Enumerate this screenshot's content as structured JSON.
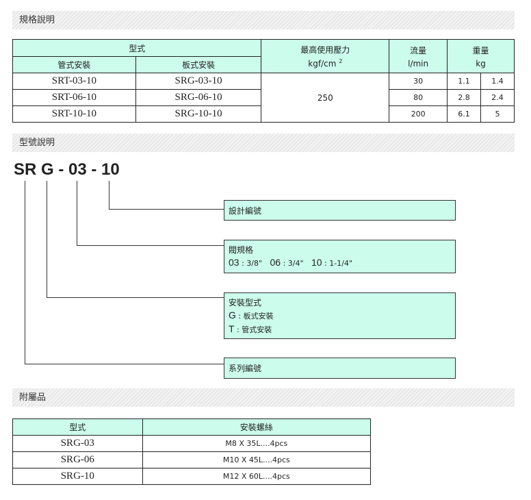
{
  "sections": {
    "spec": "規格說明",
    "model": "型號說明",
    "accessories": "附屬品"
  },
  "spec_table": {
    "header": {
      "type": "型式",
      "pipe": "管式安裝",
      "plate": "板式安裝",
      "pressure": "最高使用壓力",
      "pressure_unit": "kgf/cm",
      "pressure_sup": "2",
      "flow": "流量",
      "flow_unit": "l/min",
      "weight": "重量",
      "weight_unit": "kg"
    },
    "pressure_value": "250",
    "rows": [
      {
        "pipe": "SRT-03-10",
        "plate": "SRG-03-10",
        "flow": "30",
        "w1": "1.1",
        "w2": "1.4"
      },
      {
        "pipe": "SRT-06-10",
        "plate": "SRG-06-10",
        "flow": "80",
        "w1": "2.8",
        "w2": "2.4"
      },
      {
        "pipe": "SRT-10-10",
        "plate": "SRG-10-10",
        "flow": "200",
        "w1": "6.1",
        "w2": "5"
      }
    ]
  },
  "model_code": {
    "text": "SR G - 03 - 10",
    "boxes": {
      "design": {
        "title": "設計編號"
      },
      "size": {
        "title": "閥規格",
        "options": [
          {
            "code": "03",
            "sep": " : ",
            "desc": "3/8\""
          },
          {
            "code": "06",
            "sep": " : ",
            "desc": "3/4\""
          },
          {
            "code": "10",
            "sep": " : ",
            "desc": "1-1/4\""
          }
        ]
      },
      "mount": {
        "title": "安裝型式",
        "options": [
          {
            "code": "G",
            "sep": " : ",
            "desc": "板式安裝"
          },
          {
            "code": "T",
            "sep": " : ",
            "desc": "管式安裝"
          }
        ]
      },
      "series": {
        "title": "系列編號"
      }
    }
  },
  "acc_table": {
    "header": {
      "type": "型式",
      "screw": "安裝螺絲"
    },
    "rows": [
      {
        "type": "SRG-03",
        "screw": "M8 X 35L....4pcs"
      },
      {
        "type": "SRG-06",
        "screw": "M10 X 45L....4pcs"
      },
      {
        "type": "SRG-10",
        "screw": "M12 X 60L....4pcs"
      }
    ]
  }
}
